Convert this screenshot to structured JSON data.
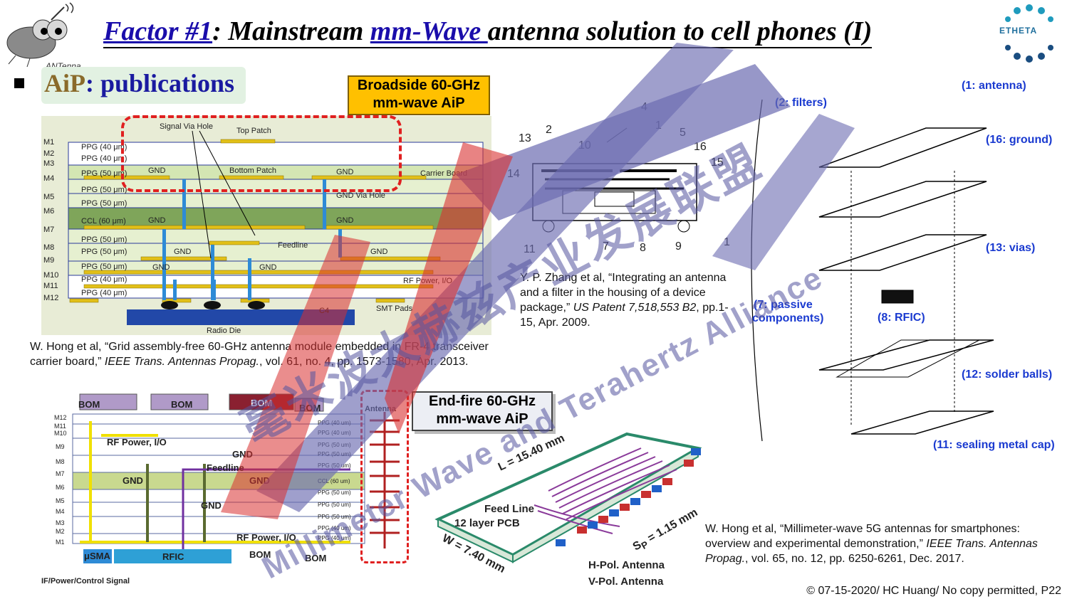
{
  "title": {
    "prefix": "Factor #1",
    "colon": ": Mainstream ",
    "highlight": "mm-Wave ",
    "rest": "antenna solution to cell phones (I)"
  },
  "logo": {
    "left_text": "ANTenna",
    "right_text": "ETHETA"
  },
  "section": {
    "aip": "AiP",
    "rest": ": publications"
  },
  "tags": {
    "broadside_line1": "Broadside 60-GHz",
    "broadside_line2": "mm-wave AiP",
    "endfire_line1": "End-fire 60-GHz",
    "endfire_line2": "mm-wave AiP"
  },
  "stackup_top": {
    "layers": [
      "M1",
      "M2",
      "M3",
      "M4",
      "M5",
      "M6",
      "M7",
      "M8",
      "M9",
      "M10",
      "M11",
      "M12"
    ],
    "materials": [
      "PPG (40 μm)",
      "PPG (40 μm)",
      "PPG (50 μm)",
      "PPG (50 μm)",
      "PPG (50 μm)",
      "CCL (60 μm)",
      "PPG (50 μm)",
      "PPG (50 μm)",
      "PPG (50 μm)",
      "PPG (40 μm)",
      "PPG (40 μm)"
    ],
    "labels": {
      "signal_via": "Signal Via Hole",
      "top_patch": "Top Patch",
      "bottom_patch": "Bottom Patch",
      "gnd": "GND",
      "carrier": "Carrier Board",
      "gnd_via": "GND Via Hole",
      "feedline": "Feedline",
      "rf_power": "RF Power, I/O",
      "c4": "C4",
      "smt": "SMT Pads",
      "radio_die": "Radio Die"
    }
  },
  "citations": {
    "hong2013_a": "W. Hong et al, “Grid assembly-free 60-GHz antenna module embedded in FR-4 transceiver carrier board,” ",
    "hong2013_b": "IEEE Trans. Antennas Propag.",
    "hong2013_c": ", vol. 61, no. 4, pp. 1573-1580, Apr. 2013.",
    "zhang_a": "Y. P. Zhang et al, “Integrating an antenna and a filter in the housing of a device package,” ",
    "zhang_b": "US Patent 7,518,553 B2",
    "zhang_c": ", pp.1-15, Apr. 2009.",
    "hong2017_a": "W. Hong et al, “Millimeter-wave 5G antennas for smartphones: overview and experimental demonstration,” ",
    "hong2017_b": "IEEE Trans. Antennas Propag.",
    "hong2017_c": ", vol. 65, no. 12, pp. 6250-6261, Dec. 2017."
  },
  "patent_labels": {
    "antenna": "(1: antenna)",
    "filters": "(2: filters)",
    "ground": "(16: ground)",
    "vias": "(13: vias)",
    "passive1": "(7: passive",
    "passive2": "components)",
    "rfic": "(8: RFIC)",
    "solder": "(12: solder balls)",
    "cap": "(11: sealing metal cap)"
  },
  "patent_numbers": [
    "4",
    "2",
    "1",
    "5",
    "13",
    "10",
    "16",
    "15",
    "14",
    "11",
    "7",
    "8",
    "9",
    "1"
  ],
  "endfire": {
    "bom": "BOM",
    "antenna": "Antenna",
    "rf_power": "RF Power, I/O",
    "gnd": "GND",
    "feedline": "Feedline",
    "usma": "μSMA",
    "rfic": "RFIC",
    "if_power": "IF/Power/Control Signal",
    "layers": [
      "M12",
      "M11",
      "M10",
      "M9",
      "M8",
      "M7",
      "M6",
      "M5",
      "M4",
      "M3",
      "M2",
      "M1"
    ],
    "materials": [
      "PPG (40 um)",
      "PPG (40 um)",
      "PPG (50 um)",
      "PPG (50 um)",
      "PPG (50 um)",
      "CCL (60 um)",
      "PPG (50 um)",
      "PPG (50 um)",
      "PPG (50 um)",
      "PPG (40 um)",
      "PPG (40 um)"
    ],
    "pcb": {
      "length": "L = 15.40 mm",
      "width": "W = 7.40 mm",
      "sp": "S",
      "sp_sub": "P",
      "sp_val": " = 1.15 mm",
      "feed_line": "Feed Line",
      "layer_pcb": "12 layer PCB",
      "hpol": "H-Pol. Antenna",
      "vpol": "V-Pol. Antenna"
    }
  },
  "watermark": {
    "cn": "毫米波太赫兹产业发展联盟",
    "en": "Millimeter Wave and Terahertz Alliance"
  },
  "footer": "© 07-15-2020/ HC Huang/ No copy permitted, P22"
}
